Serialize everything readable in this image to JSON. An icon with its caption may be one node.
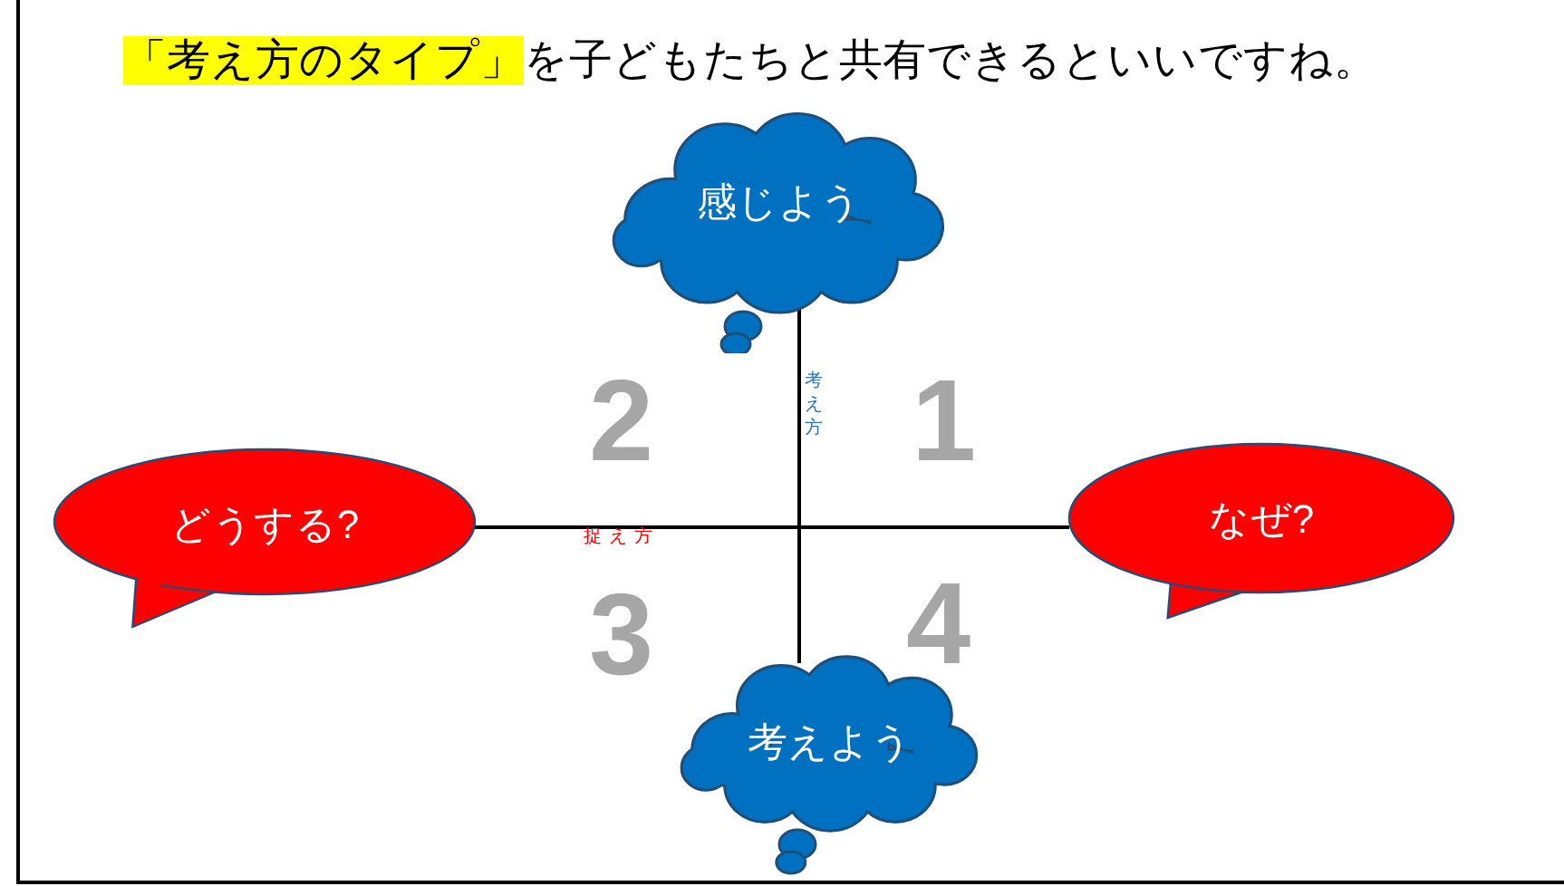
{
  "diagram": {
    "title": "**「考え方のタイプ」**を子どもたちと共有できるといいですね。",
    "nodes": [
      {
        "text": [
          "感じよう"
        ]
      },
      {
        "text": [
          "どうする?"
        ]
      },
      {
        "text": [
          "なぜ?"
        ]
      },
      {
        "text": [
          "考えよう"
        ]
      }
    ],
    "edges": [
      {
        "from": 0,
        "to": 3,
        "arrow": "none",
        "label": "考え方"
      },
      {
        "from": 1,
        "to": 2,
        "arrow": "none",
        "label": "捉え方"
      }
    ],
    "labels": [
      "2",
      "1",
      "3",
      "4"
    ]
  }
}
